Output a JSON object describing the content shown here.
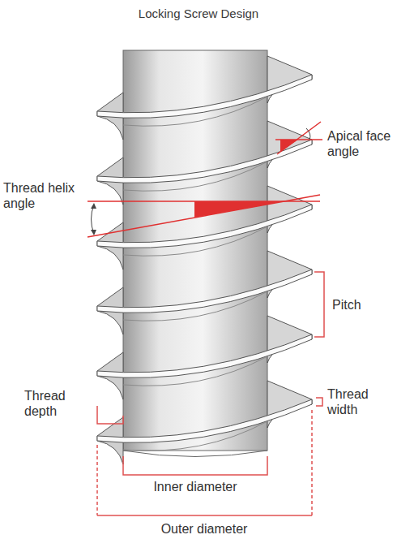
{
  "diagram": {
    "title": "Locking Screw Design",
    "labels": [
      "Apical face angle",
      "Thread helix angle",
      "Pitch",
      "Thread width",
      "Thread depth",
      "Inner diameter",
      "Outer diameter"
    ]
  }
}
